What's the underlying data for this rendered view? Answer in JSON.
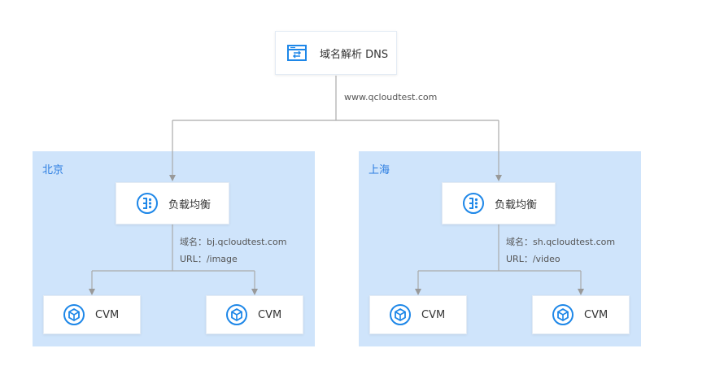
{
  "dns_node": {
    "label": "域名解析 DNS"
  },
  "dns_edge_label": "www.qcloudtest.com",
  "regions": [
    {
      "label": "北京",
      "lb": {
        "label": "负载均衡"
      },
      "rule_domain": "域名：bj.qcloudtest.com",
      "rule_url": "URL：/image",
      "servers": [
        {
          "label": "CVM"
        },
        {
          "label": "CVM"
        }
      ]
    },
    {
      "label": "上海",
      "lb": {
        "label": "负载均衡"
      },
      "rule_domain": "域名：sh.qcloudtest.com",
      "rule_url": "URL：/video",
      "servers": [
        {
          "label": "CVM"
        },
        {
          "label": "CVM"
        }
      ]
    }
  ],
  "colors": {
    "region_fill": "#cfe4fb",
    "region_label": "#2b7de1",
    "icon_blue": "#1e87e8",
    "connector": "#999999"
  }
}
